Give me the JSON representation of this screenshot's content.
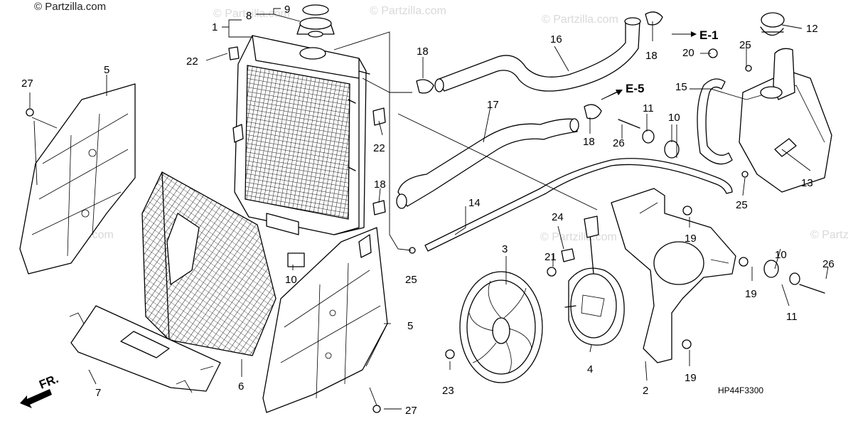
{
  "watermarks": {
    "corner": "© Partzilla.com",
    "repeat": "© Partzilla.com",
    "repeat_partial": "© Partz"
  },
  "callouts": {
    "p1": "1",
    "p2": "2",
    "p3": "3",
    "p4": "4",
    "p5a": "5",
    "p5b": "5",
    "p6": "6",
    "p7": "7",
    "p8": "8",
    "p9": "9",
    "p10a": "10",
    "p10b": "10",
    "p10c": "10",
    "p11a": "11",
    "p11b": "11",
    "p12": "12",
    "p13": "13",
    "p14": "14",
    "p15": "15",
    "p16": "16",
    "p17": "17",
    "p18a": "18",
    "p18b": "18",
    "p18c": "18",
    "p18d": "18",
    "p19a": "19",
    "p19b": "19",
    "p19c": "19",
    "p20": "20",
    "p21": "21",
    "p22a": "22",
    "p22b": "22",
    "p23": "23",
    "p24": "24",
    "p25a": "25",
    "p25b": "25",
    "p25c": "25",
    "p26a": "26",
    "p26b": "26",
    "p27a": "27",
    "p27b": "27"
  },
  "references": {
    "e1": "E-1",
    "e5": "E-5"
  },
  "front_marker": "FR.",
  "diagram_code": "HP44F3300",
  "colors": {
    "line": "#000000",
    "watermark": "#d9d9d9",
    "background": "#ffffff"
  }
}
